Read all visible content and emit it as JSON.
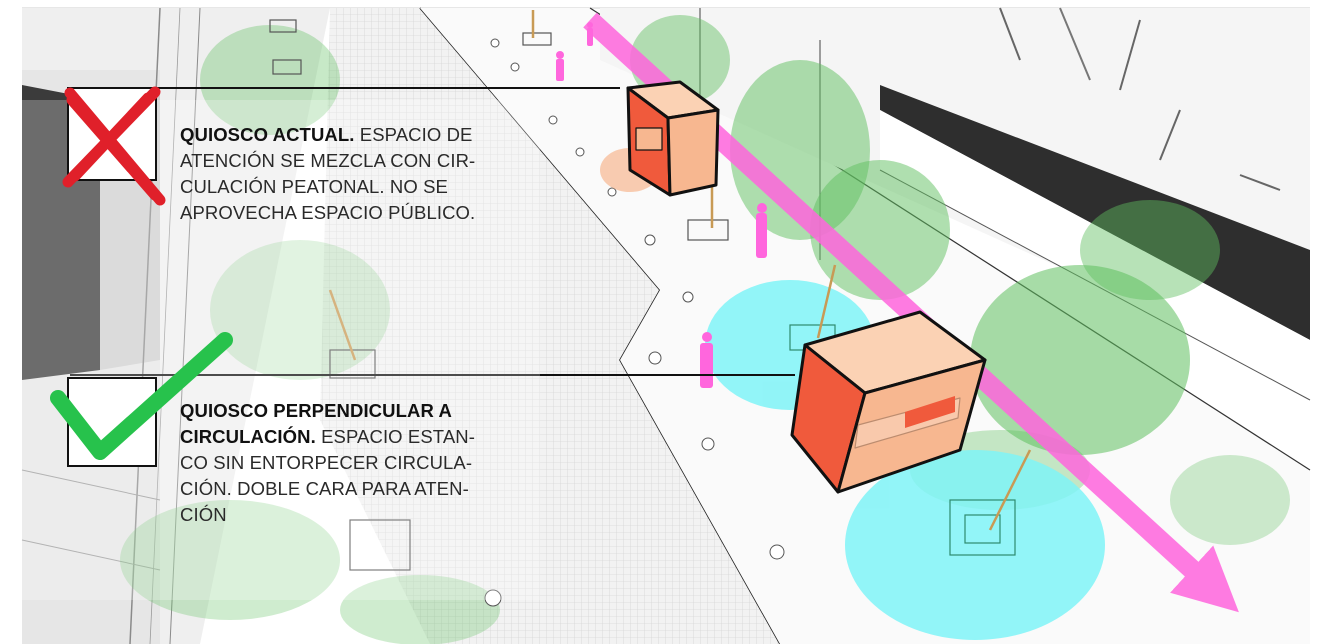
{
  "annotations": [
    {
      "status": "incorrect",
      "marker": "red-x-icon",
      "title": "QUIOSCO ACTUAL.",
      "lines": [
        "ESPACIO DE",
        "ATENCIÓN SE MEZCLA CON CIR-",
        "CULACIÓN PEATONAL. NO SE",
        "APROVECHA ESPACIO PÚBLICO."
      ]
    },
    {
      "status": "correct",
      "marker": "green-check-icon",
      "title_lines": [
        "QUIOSCO PERPENDICULAR A",
        "CIRCULACIÓN."
      ],
      "lines": [
        "ESPACIO ESTAN-",
        "CO SIN ENTORPECER CIRCULA-",
        "CIÓN. DOBLE CARA PARA ATEN-",
        "CIÓN"
      ]
    }
  ],
  "colors": {
    "kiosk_light": "#f7b790",
    "kiosk_dark": "#f05a3c",
    "circulation_arrow": "#ff66dd",
    "attention_zone": "#7ff3f7",
    "vegetation": "#5fbf5f",
    "cross": "#e0202a",
    "check": "#27c24c"
  }
}
